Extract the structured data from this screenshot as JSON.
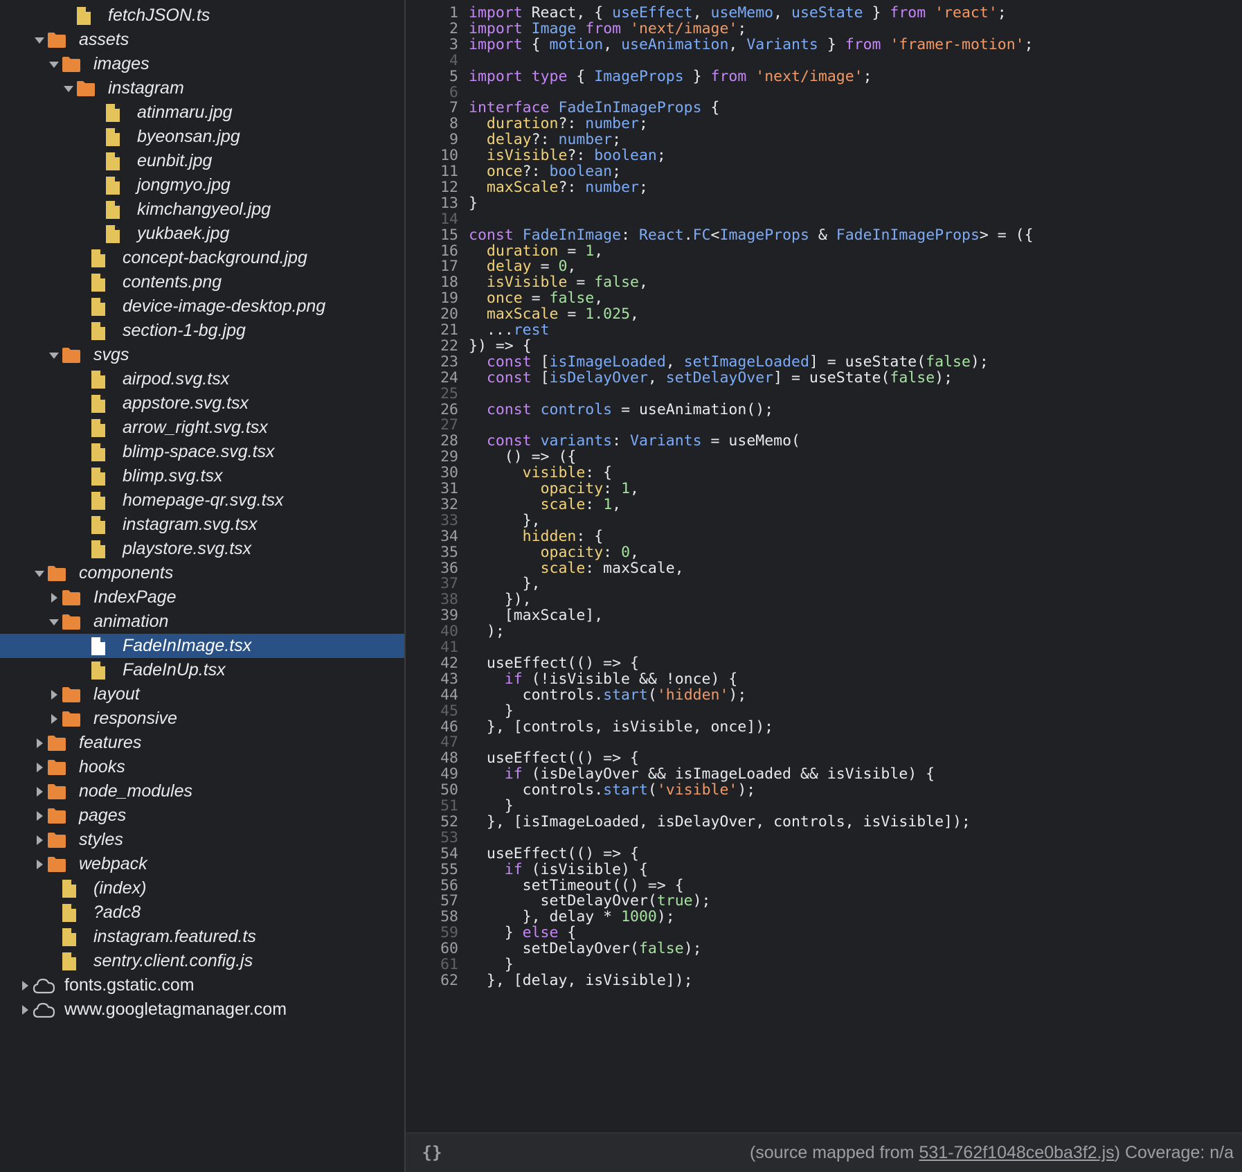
{
  "colors": {
    "folder": "#e8873a",
    "file": "#e3c35a",
    "selected_bg": "#2a5185",
    "keyword": "#c586f7",
    "function": "#7cacf8",
    "string": "#f19a67",
    "property": "#f2d37a",
    "number": "#a6e3a1"
  },
  "tree": {
    "items": [
      {
        "label": "fetchJSON.ts",
        "icon": "file-icon",
        "level": 4,
        "arrow": "none"
      },
      {
        "label": "assets",
        "icon": "folder-icon",
        "level": 2,
        "arrow": "open"
      },
      {
        "label": "images",
        "icon": "folder-icon",
        "level": 3,
        "arrow": "open"
      },
      {
        "label": "instagram",
        "icon": "folder-icon",
        "level": 4,
        "arrow": "open"
      },
      {
        "label": "atinmaru.jpg",
        "icon": "file-icon",
        "level": 6,
        "arrow": "none"
      },
      {
        "label": "byeonsan.jpg",
        "icon": "file-icon",
        "level": 6,
        "arrow": "none"
      },
      {
        "label": "eunbit.jpg",
        "icon": "file-icon",
        "level": 6,
        "arrow": "none"
      },
      {
        "label": "jongmyo.jpg",
        "icon": "file-icon",
        "level": 6,
        "arrow": "none"
      },
      {
        "label": "kimchangyeol.jpg",
        "icon": "file-icon",
        "level": 6,
        "arrow": "none"
      },
      {
        "label": "yukbaek.jpg",
        "icon": "file-icon",
        "level": 6,
        "arrow": "none"
      },
      {
        "label": "concept-background.jpg",
        "icon": "file-icon",
        "level": 5,
        "arrow": "none"
      },
      {
        "label": "contents.png",
        "icon": "file-icon",
        "level": 5,
        "arrow": "none"
      },
      {
        "label": "device-image-desktop.png",
        "icon": "file-icon",
        "level": 5,
        "arrow": "none"
      },
      {
        "label": "section-1-bg.jpg",
        "icon": "file-icon",
        "level": 5,
        "arrow": "none"
      },
      {
        "label": "svgs",
        "icon": "folder-icon",
        "level": 3,
        "arrow": "open"
      },
      {
        "label": "airpod.svg.tsx",
        "icon": "file-icon",
        "level": 5,
        "arrow": "none"
      },
      {
        "label": "appstore.svg.tsx",
        "icon": "file-icon",
        "level": 5,
        "arrow": "none"
      },
      {
        "label": "arrow_right.svg.tsx",
        "icon": "file-icon",
        "level": 5,
        "arrow": "none"
      },
      {
        "label": "blimp-space.svg.tsx",
        "icon": "file-icon",
        "level": 5,
        "arrow": "none"
      },
      {
        "label": "blimp.svg.tsx",
        "icon": "file-icon",
        "level": 5,
        "arrow": "none"
      },
      {
        "label": "homepage-qr.svg.tsx",
        "icon": "file-icon",
        "level": 5,
        "arrow": "none"
      },
      {
        "label": "instagram.svg.tsx",
        "icon": "file-icon",
        "level": 5,
        "arrow": "none"
      },
      {
        "label": "playstore.svg.tsx",
        "icon": "file-icon",
        "level": 5,
        "arrow": "none"
      },
      {
        "label": "components",
        "icon": "folder-icon",
        "level": 2,
        "arrow": "open"
      },
      {
        "label": "IndexPage",
        "icon": "folder-icon",
        "level": 3,
        "arrow": "closed"
      },
      {
        "label": "animation",
        "icon": "folder-icon",
        "level": 3,
        "arrow": "open"
      },
      {
        "label": "FadeInImage.tsx",
        "icon": "file-icon",
        "level": 5,
        "arrow": "none",
        "selected": true
      },
      {
        "label": "FadeInUp.tsx",
        "icon": "file-icon",
        "level": 5,
        "arrow": "none"
      },
      {
        "label": "layout",
        "icon": "folder-icon",
        "level": 3,
        "arrow": "closed"
      },
      {
        "label": "responsive",
        "icon": "folder-icon",
        "level": 3,
        "arrow": "closed"
      },
      {
        "label": "features",
        "icon": "folder-icon",
        "level": 2,
        "arrow": "closed"
      },
      {
        "label": "hooks",
        "icon": "folder-icon",
        "level": 2,
        "arrow": "closed"
      },
      {
        "label": "node_modules",
        "icon": "folder-icon",
        "level": 2,
        "arrow": "closed"
      },
      {
        "label": "pages",
        "icon": "folder-icon",
        "level": 2,
        "arrow": "closed"
      },
      {
        "label": "styles",
        "icon": "folder-icon",
        "level": 2,
        "arrow": "closed"
      },
      {
        "label": "webpack",
        "icon": "folder-icon",
        "level": 2,
        "arrow": "closed"
      },
      {
        "label": "(index)",
        "icon": "file-icon",
        "level": 3,
        "arrow": "none"
      },
      {
        "label": "?adc8",
        "icon": "file-icon",
        "level": 3,
        "arrow": "none"
      },
      {
        "label": "instagram.featured.ts",
        "icon": "file-icon",
        "level": 3,
        "arrow": "none"
      },
      {
        "label": "sentry.client.config.js",
        "icon": "file-icon",
        "level": 3,
        "arrow": "none"
      },
      {
        "label": "fonts.gstatic.com",
        "icon": "cloud-icon",
        "level": 1,
        "arrow": "closed",
        "domain": true
      },
      {
        "label": "www.googletagmanager.com",
        "icon": "cloud-icon",
        "level": 1,
        "arrow": "closed",
        "domain": true
      }
    ]
  },
  "editor": {
    "dim_line_numbers": [
      4,
      6,
      14,
      25,
      27,
      33,
      37,
      38,
      40,
      41,
      45,
      47,
      51,
      53,
      59,
      61
    ],
    "lines": [
      [
        [
          "kw",
          "import"
        ],
        [
          "pl",
          " React, { "
        ],
        [
          "fn",
          "useEffect"
        ],
        [
          "pl",
          ", "
        ],
        [
          "fn",
          "useMemo"
        ],
        [
          "pl",
          ", "
        ],
        [
          "fn",
          "useState"
        ],
        [
          "pl",
          " } "
        ],
        [
          "kw",
          "from"
        ],
        [
          "pl",
          " "
        ],
        [
          "st",
          "'react'"
        ],
        [
          "pl",
          ";"
        ]
      ],
      [
        [
          "kw",
          "import"
        ],
        [
          "pl",
          " "
        ],
        [
          "fn",
          "Image"
        ],
        [
          "pl",
          " "
        ],
        [
          "kw",
          "from"
        ],
        [
          "pl",
          " "
        ],
        [
          "st",
          "'next/image'"
        ],
        [
          "pl",
          ";"
        ]
      ],
      [
        [
          "kw",
          "import"
        ],
        [
          "pl",
          " { "
        ],
        [
          "fn",
          "motion"
        ],
        [
          "pl",
          ", "
        ],
        [
          "fn",
          "useAnimation"
        ],
        [
          "pl",
          ", "
        ],
        [
          "fn",
          "Variants"
        ],
        [
          "pl",
          " } "
        ],
        [
          "kw",
          "from"
        ],
        [
          "pl",
          " "
        ],
        [
          "st",
          "'framer-motion'"
        ],
        [
          "pl",
          ";"
        ]
      ],
      [],
      [
        [
          "kw",
          "import"
        ],
        [
          "pl",
          " "
        ],
        [
          "kw",
          "type"
        ],
        [
          "pl",
          " { "
        ],
        [
          "fn",
          "ImageProps"
        ],
        [
          "pl",
          " } "
        ],
        [
          "kw",
          "from"
        ],
        [
          "pl",
          " "
        ],
        [
          "st",
          "'next/image'"
        ],
        [
          "pl",
          ";"
        ]
      ],
      [],
      [
        [
          "kw",
          "interface"
        ],
        [
          "pl",
          " "
        ],
        [
          "fn",
          "FadeInImageProps"
        ],
        [
          "pl",
          " {"
        ]
      ],
      [
        [
          "pl",
          "  "
        ],
        [
          "pr",
          "duration"
        ],
        [
          "pl",
          "?: "
        ],
        [
          "fn",
          "number"
        ],
        [
          "pl",
          ";"
        ]
      ],
      [
        [
          "pl",
          "  "
        ],
        [
          "pr",
          "delay"
        ],
        [
          "pl",
          "?: "
        ],
        [
          "fn",
          "number"
        ],
        [
          "pl",
          ";"
        ]
      ],
      [
        [
          "pl",
          "  "
        ],
        [
          "pr",
          "isVisible"
        ],
        [
          "pl",
          "?: "
        ],
        [
          "fn",
          "boolean"
        ],
        [
          "pl",
          ";"
        ]
      ],
      [
        [
          "pl",
          "  "
        ],
        [
          "pr",
          "once"
        ],
        [
          "pl",
          "?: "
        ],
        [
          "fn",
          "boolean"
        ],
        [
          "pl",
          ";"
        ]
      ],
      [
        [
          "pl",
          "  "
        ],
        [
          "pr",
          "maxScale"
        ],
        [
          "pl",
          "?: "
        ],
        [
          "fn",
          "number"
        ],
        [
          "pl",
          ";"
        ]
      ],
      [
        [
          "pl",
          "}"
        ]
      ],
      [],
      [
        [
          "kw",
          "const"
        ],
        [
          "pl",
          " "
        ],
        [
          "fn",
          "FadeInImage"
        ],
        [
          "pl",
          ": "
        ],
        [
          "fn",
          "React"
        ],
        [
          "pl",
          "."
        ],
        [
          "fn",
          "FC"
        ],
        [
          "pl",
          "<"
        ],
        [
          "fn",
          "ImageProps"
        ],
        [
          "pl",
          " & "
        ],
        [
          "fn",
          "FadeInImageProps"
        ],
        [
          "pl",
          "> = ({"
        ]
      ],
      [
        [
          "pl",
          "  "
        ],
        [
          "pr",
          "duration"
        ],
        [
          "pl",
          " = "
        ],
        [
          "nm",
          "1"
        ],
        [
          "pl",
          ","
        ]
      ],
      [
        [
          "pl",
          "  "
        ],
        [
          "pr",
          "delay"
        ],
        [
          "pl",
          " = "
        ],
        [
          "nm",
          "0"
        ],
        [
          "pl",
          ","
        ]
      ],
      [
        [
          "pl",
          "  "
        ],
        [
          "pr",
          "isVisible"
        ],
        [
          "pl",
          " = "
        ],
        [
          "nm",
          "false"
        ],
        [
          "pl",
          ","
        ]
      ],
      [
        [
          "pl",
          "  "
        ],
        [
          "pr",
          "once"
        ],
        [
          "pl",
          " = "
        ],
        [
          "nm",
          "false"
        ],
        [
          "pl",
          ","
        ]
      ],
      [
        [
          "pl",
          "  "
        ],
        [
          "pr",
          "maxScale"
        ],
        [
          "pl",
          " = "
        ],
        [
          "nm",
          "1.025"
        ],
        [
          "pl",
          ","
        ]
      ],
      [
        [
          "pl",
          "  ..."
        ],
        [
          "fn",
          "rest"
        ]
      ],
      [
        [
          "pl",
          "}) => {"
        ]
      ],
      [
        [
          "pl",
          "  "
        ],
        [
          "kw",
          "const"
        ],
        [
          "pl",
          " ["
        ],
        [
          "fn",
          "isImageLoaded"
        ],
        [
          "pl",
          ", "
        ],
        [
          "fn",
          "setImageLoaded"
        ],
        [
          "pl",
          "] = useState("
        ],
        [
          "nm",
          "false"
        ],
        [
          "pl",
          ");"
        ]
      ],
      [
        [
          "pl",
          "  "
        ],
        [
          "kw",
          "const"
        ],
        [
          "pl",
          " ["
        ],
        [
          "fn",
          "isDelayOver"
        ],
        [
          "pl",
          ", "
        ],
        [
          "fn",
          "setDelayOver"
        ],
        [
          "pl",
          "] = useState("
        ],
        [
          "nm",
          "false"
        ],
        [
          "pl",
          ");"
        ]
      ],
      [],
      [
        [
          "pl",
          "  "
        ],
        [
          "kw",
          "const"
        ],
        [
          "pl",
          " "
        ],
        [
          "fn",
          "controls"
        ],
        [
          "pl",
          " = useAnimation();"
        ]
      ],
      [],
      [
        [
          "pl",
          "  "
        ],
        [
          "kw",
          "const"
        ],
        [
          "pl",
          " "
        ],
        [
          "fn",
          "variants"
        ],
        [
          "pl",
          ": "
        ],
        [
          "fn",
          "Variants"
        ],
        [
          "pl",
          " = useMemo("
        ]
      ],
      [
        [
          "pl",
          "    () => ({"
        ]
      ],
      [
        [
          "pl",
          "      "
        ],
        [
          "pr",
          "visible"
        ],
        [
          "pl",
          ": {"
        ]
      ],
      [
        [
          "pl",
          "        "
        ],
        [
          "pr",
          "opacity"
        ],
        [
          "pl",
          ": "
        ],
        [
          "nm",
          "1"
        ],
        [
          "pl",
          ","
        ]
      ],
      [
        [
          "pl",
          "        "
        ],
        [
          "pr",
          "scale"
        ],
        [
          "pl",
          ": "
        ],
        [
          "nm",
          "1"
        ],
        [
          "pl",
          ","
        ]
      ],
      [
        [
          "pl",
          "      },"
        ]
      ],
      [
        [
          "pl",
          "      "
        ],
        [
          "pr",
          "hidden"
        ],
        [
          "pl",
          ": {"
        ]
      ],
      [
        [
          "pl",
          "        "
        ],
        [
          "pr",
          "opacity"
        ],
        [
          "pl",
          ": "
        ],
        [
          "nm",
          "0"
        ],
        [
          "pl",
          ","
        ]
      ],
      [
        [
          "pl",
          "        "
        ],
        [
          "pr",
          "scale"
        ],
        [
          "pl",
          ": maxScale,"
        ]
      ],
      [
        [
          "pl",
          "      },"
        ]
      ],
      [
        [
          "pl",
          "    }),"
        ]
      ],
      [
        [
          "pl",
          "    [maxScale],"
        ]
      ],
      [
        [
          "pl",
          "  );"
        ]
      ],
      [],
      [
        [
          "pl",
          "  useEffect(() => {"
        ]
      ],
      [
        [
          "pl",
          "    "
        ],
        [
          "kw",
          "if"
        ],
        [
          "pl",
          " (!isVisible && !once) {"
        ]
      ],
      [
        [
          "pl",
          "      controls."
        ],
        [
          "fn",
          "start"
        ],
        [
          "pl",
          "("
        ],
        [
          "st",
          "'hidden'"
        ],
        [
          "pl",
          ");"
        ]
      ],
      [
        [
          "pl",
          "    }"
        ]
      ],
      [
        [
          "pl",
          "  }, [controls, isVisible, once]);"
        ]
      ],
      [],
      [
        [
          "pl",
          "  useEffect(() => {"
        ]
      ],
      [
        [
          "pl",
          "    "
        ],
        [
          "kw",
          "if"
        ],
        [
          "pl",
          " (isDelayOver && isImageLoaded && isVisible) {"
        ]
      ],
      [
        [
          "pl",
          "      controls."
        ],
        [
          "fn",
          "start"
        ],
        [
          "pl",
          "("
        ],
        [
          "st",
          "'visible'"
        ],
        [
          "pl",
          ");"
        ]
      ],
      [
        [
          "pl",
          "    }"
        ]
      ],
      [
        [
          "pl",
          "  }, [isImageLoaded, isDelayOver, controls, isVisible]);"
        ]
      ],
      [],
      [
        [
          "pl",
          "  useEffect(() => {"
        ]
      ],
      [
        [
          "pl",
          "    "
        ],
        [
          "kw",
          "if"
        ],
        [
          "pl",
          " (isVisible) {"
        ]
      ],
      [
        [
          "pl",
          "      setTimeout(() => {"
        ]
      ],
      [
        [
          "pl",
          "        setDelayOver("
        ],
        [
          "nm",
          "true"
        ],
        [
          "pl",
          ");"
        ]
      ],
      [
        [
          "pl",
          "      }, delay * "
        ],
        [
          "nm",
          "1000"
        ],
        [
          "pl",
          ");"
        ]
      ],
      [
        [
          "pl",
          "    } "
        ],
        [
          "kw",
          "else"
        ],
        [
          "pl",
          " {"
        ]
      ],
      [
        [
          "pl",
          "      setDelayOver("
        ],
        [
          "nm",
          "false"
        ],
        [
          "pl",
          ");"
        ]
      ],
      [
        [
          "pl",
          "    }"
        ]
      ],
      [
        [
          "pl",
          "  }, [delay, isVisible]);"
        ]
      ]
    ]
  },
  "status": {
    "pretty_print_label": "{}",
    "info_prefix": "(source mapped from ",
    "info_link": "531-762f1048ce0ba3f2.js",
    "info_suffix": ")  Coverage: n/a"
  }
}
